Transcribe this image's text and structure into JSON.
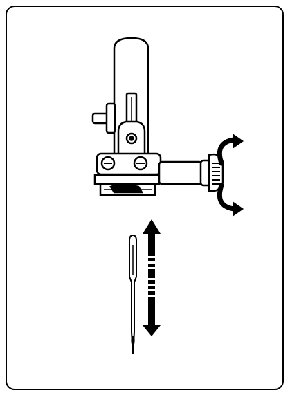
{
  "figure": {
    "ink_color": "#000000",
    "background_color": "#ffffff",
    "frame_color": "#000000",
    "components": [
      {
        "part": "needle-bar",
        "icon": "needle-bar-icon"
      },
      {
        "part": "needle-clamp",
        "icon": "needle-clamp-icon"
      },
      {
        "part": "needle-clamp-screw",
        "icon": "screw-icon"
      },
      {
        "part": "thumb-screw",
        "icon": "thumb-screw-icon"
      },
      {
        "part": "needle",
        "icon": "needle-icon"
      }
    ],
    "arrows": [
      {
        "meaning": "rotate-thumb-screw",
        "icon": "rotate-arrows-icon"
      },
      {
        "meaning": "insert-needle-up-down",
        "icon": "up-down-arrow-icon"
      }
    ]
  }
}
